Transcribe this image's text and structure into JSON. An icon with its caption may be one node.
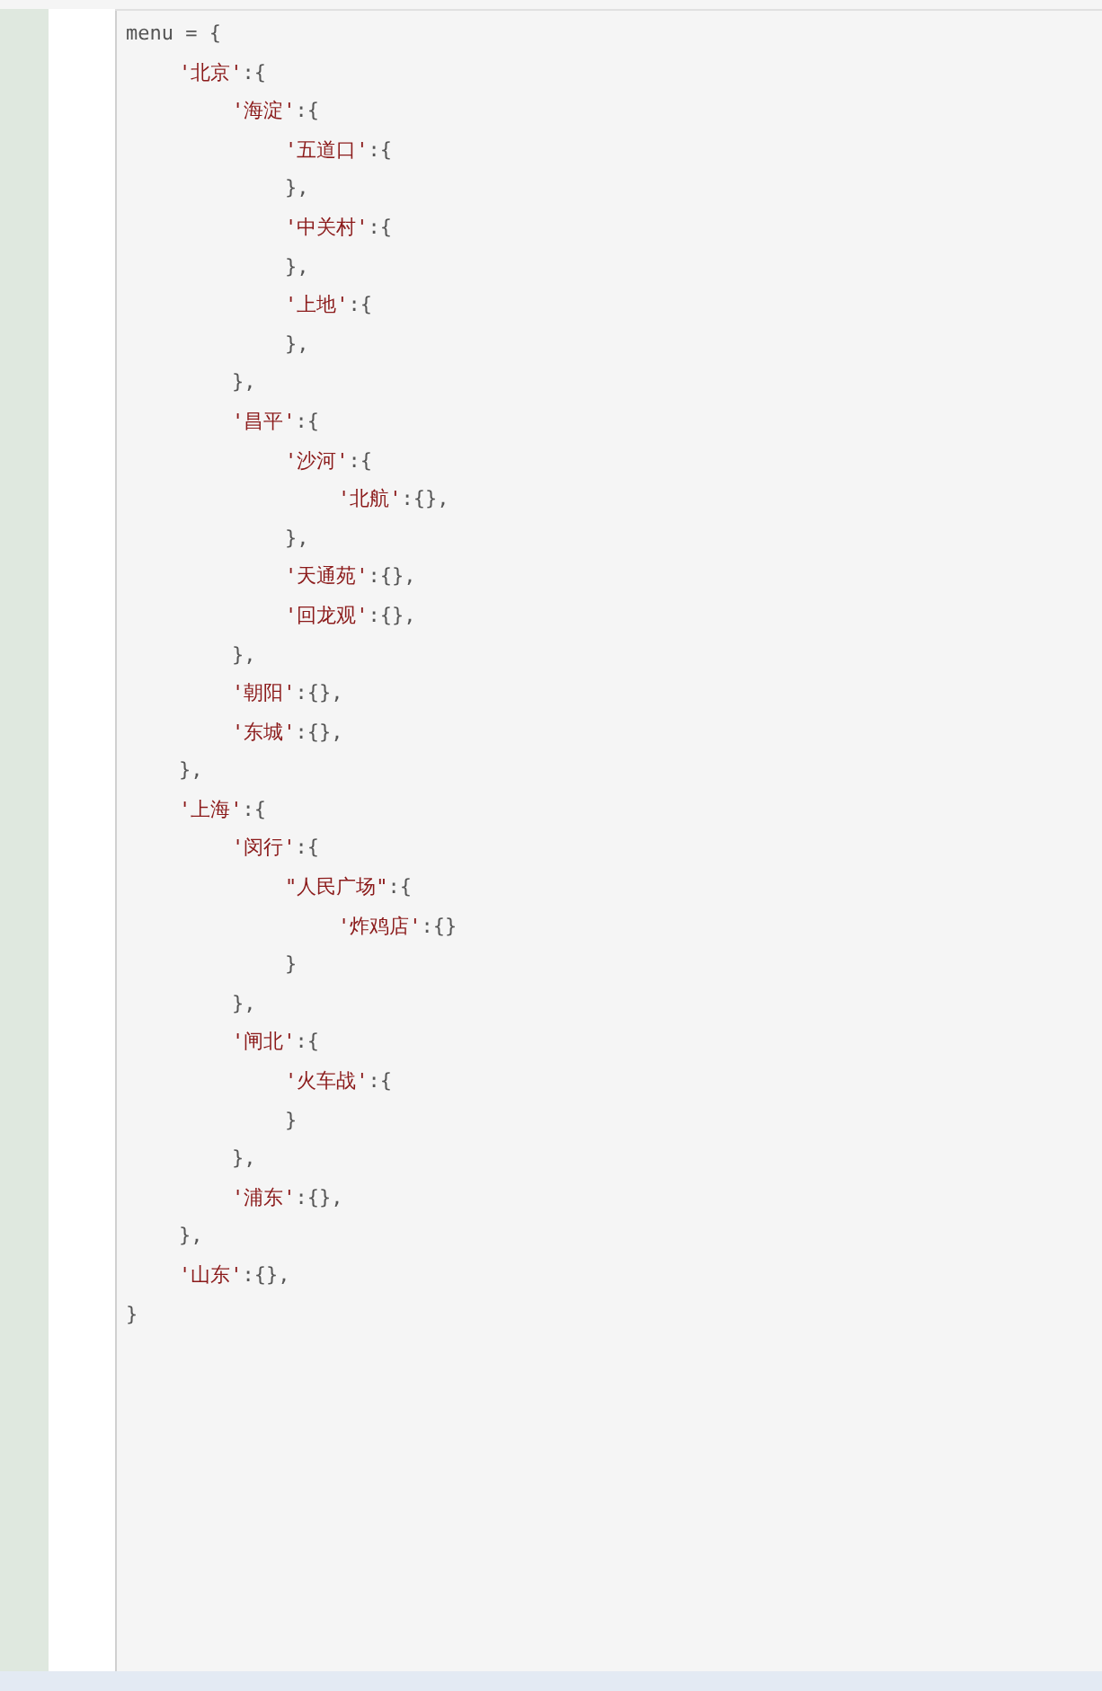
{
  "diagram": {
    "labels": [
      "menu = {",
      "'北京':{",
      "'海淀':{",
      "'五道口':{",
      "},",
      "'中关村':{",
      "},",
      "'上地':{",
      "},",
      "},",
      "'昌平':{",
      "'沙河':{",
      "'北航':{},",
      "},",
      "'天通苑':{},",
      "'回龙观':{},",
      "},",
      "'朝阳':{},",
      "'东城':{},",
      "},",
      "'上海':{",
      "'闵行':{",
      "\"人民广场\":{",
      "'炸鸡店':{}",
      "}",
      "},",
      "'闸北':{",
      "'火车战':{",
      "}",
      "},",
      "'浦东':{},",
      "},",
      "'山东':{},",
      "}"
    ]
  }
}
